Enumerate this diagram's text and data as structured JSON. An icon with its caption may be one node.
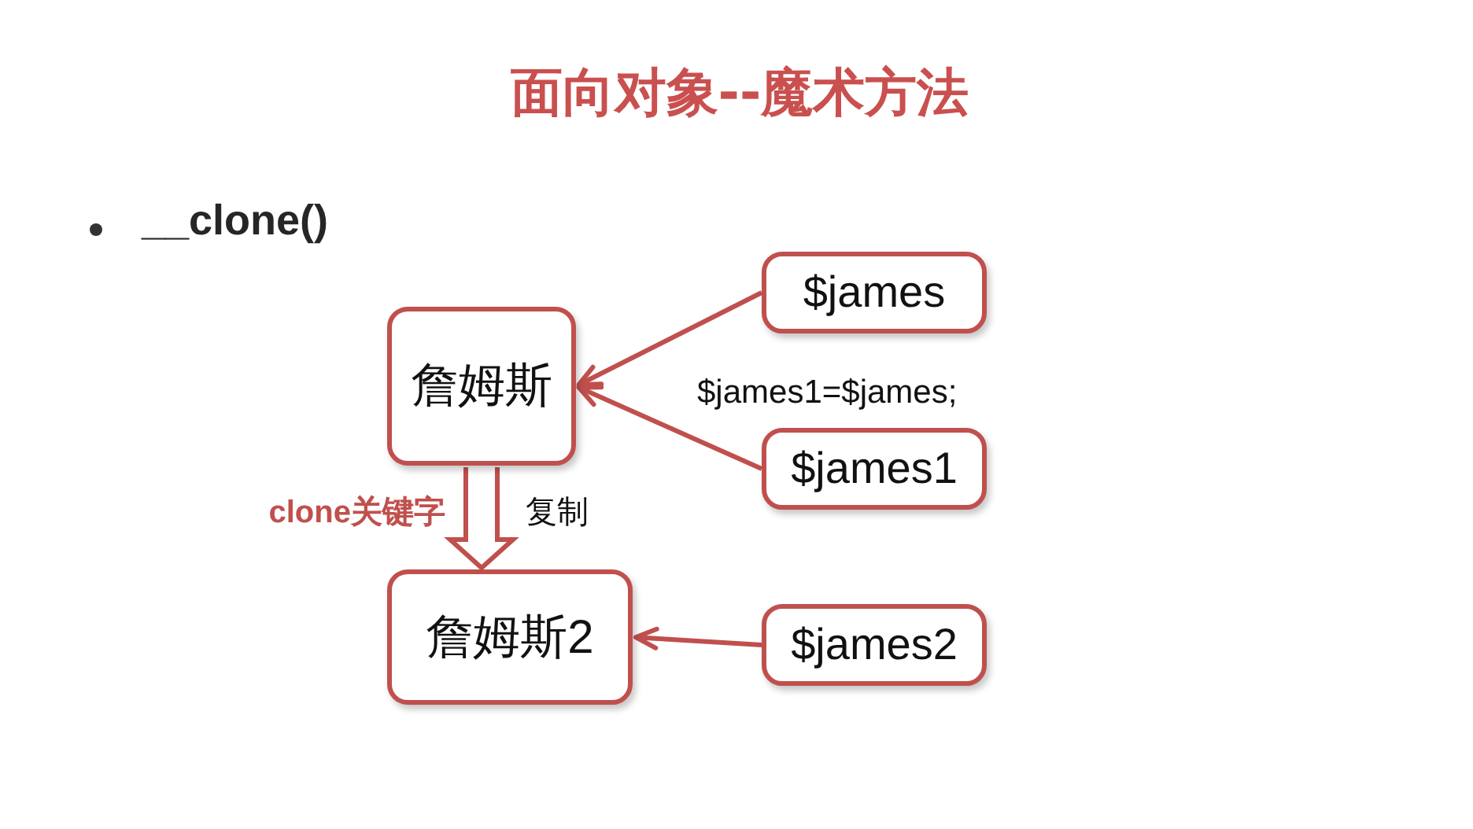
{
  "diagram": {
    "title": "面向对象--魔术方法",
    "nodes": [
      {
        "text": [
          "詹姆斯"
        ]
      },
      {
        "text": [
          "$james"
        ]
      },
      {
        "text": [
          "$james1"
        ]
      },
      {
        "text": [
          "詹姆斯2"
        ]
      },
      {
        "text": [
          "$james2"
        ]
      }
    ],
    "edges": [
      {
        "from": 1,
        "to": 0,
        "arrow": "to"
      },
      {
        "from": 2,
        "to": 0,
        "arrow": "to"
      },
      {
        "from": 0,
        "to": 3,
        "arrow": "to",
        "label": "复制",
        "style": "thick"
      },
      {
        "from": 4,
        "to": 3,
        "arrow": "to"
      }
    ],
    "labels": [
      "__clone()",
      "$james1=$james;",
      "clone关键字"
    ]
  }
}
